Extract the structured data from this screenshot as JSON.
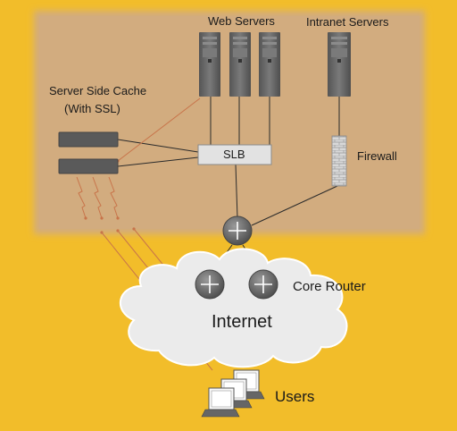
{
  "labels": {
    "web_servers": "Web Servers",
    "intranet_servers": "Intranet Servers",
    "cache_line1": "Server Side Cache",
    "cache_line2": "(With SSL)",
    "slb": "SLB",
    "firewall": "Firewall",
    "core_router": "Core Router",
    "internet": "Internet",
    "users": "Users"
  },
  "colors": {
    "background": "#f2bd2a",
    "datacenter_panel": "#d2ac7f",
    "server_body": "#6a6a6a",
    "cloud": "#ebebeb",
    "link_line": "#2b2b2b",
    "ssl_line": "#c8744a"
  },
  "icons": {
    "server": "tower-server-icon",
    "cache": "rack-appliance-icon",
    "router": "router-icon",
    "firewall": "brick-wall-icon",
    "user": "laptop-icon"
  }
}
